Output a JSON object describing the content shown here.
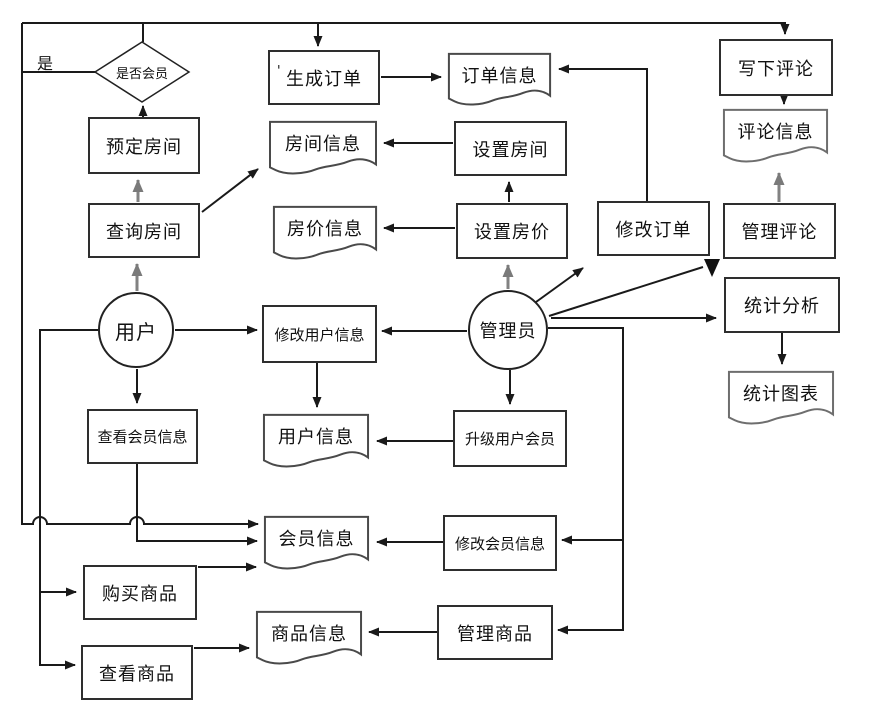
{
  "labels": {
    "yes": "是",
    "generate_order_tick": "'"
  },
  "actors": {
    "user": "用户",
    "admin": "管理员"
  },
  "decision": {
    "member_check": "是否会员"
  },
  "processes": {
    "reserve_room": "预定房间",
    "query_room": "查询房间",
    "generate_order": "生成订单",
    "set_room": "设置房间",
    "set_price": "设置房价",
    "modify_order": "修改订单",
    "write_comment": "写下评论",
    "manage_comment": "管理评论",
    "stat_analysis": "统计分析",
    "modify_user_info": "修改用户信息",
    "upgrade_membership": "升级用户会员",
    "view_member_info": "查看会员信息",
    "modify_member_info": "修改会员信息",
    "buy_goods": "购买商品",
    "view_goods": "查看商品",
    "manage_goods": "管理商品"
  },
  "datastores": {
    "order_info": "订单信息",
    "room_info": "房间信息",
    "price_info": "房价信息",
    "comment_info": "评论信息",
    "stat_chart": "统计图表",
    "user_info": "用户信息",
    "member_info": "会员信息",
    "goods_info": "商品信息"
  },
  "colors": {
    "line": "#1a1a1a",
    "gray_line": "#828282",
    "background": "#ffffff",
    "text": "#111111"
  },
  "edges": [
    {
      "from": "预定房间",
      "to": "是否会员"
    },
    {
      "from": "是否会员",
      "to": "会员信息",
      "label": "是"
    },
    {
      "from": "是否会员",
      "to": "生成订单"
    },
    {
      "from": "是否会员",
      "to": "写下评论"
    },
    {
      "from": "查询房间",
      "to": "预定房间"
    },
    {
      "from": "查询房间",
      "to": "房间信息"
    },
    {
      "from": "用户",
      "to": "查询房间"
    },
    {
      "from": "用户",
      "to": "修改用户信息"
    },
    {
      "from": "用户",
      "to": "查看会员信息"
    },
    {
      "from": "用户",
      "to": "购买商品"
    },
    {
      "from": "用户",
      "to": "查看商品"
    },
    {
      "from": "生成订单",
      "to": "订单信息"
    },
    {
      "from": "设置房间",
      "to": "房间信息"
    },
    {
      "from": "设置房价",
      "to": "房价信息"
    },
    {
      "from": "设置房价",
      "to": "设置房间"
    },
    {
      "from": "修改订单",
      "to": "订单信息"
    },
    {
      "from": "管理员",
      "to": "设置房价"
    },
    {
      "from": "管理员",
      "to": "修改订单"
    },
    {
      "from": "管理员",
      "to": "管理评论"
    },
    {
      "from": "管理员",
      "to": "统计分析"
    },
    {
      "from": "管理员",
      "to": "修改用户信息"
    },
    {
      "from": "管理员",
      "to": "升级用户会员"
    },
    {
      "from": "管理员",
      "to": "修改会员信息"
    },
    {
      "from": "管理员",
      "to": "管理商品"
    },
    {
      "from": "写下评论",
      "to": "评论信息"
    },
    {
      "from": "管理评论",
      "to": "评论信息"
    },
    {
      "from": "统计分析",
      "to": "统计图表"
    },
    {
      "from": "修改用户信息",
      "to": "用户信息"
    },
    {
      "from": "升级用户会员",
      "to": "用户信息"
    },
    {
      "from": "查看会员信息",
      "to": "会员信息"
    },
    {
      "from": "购买商品",
      "to": "会员信息"
    },
    {
      "from": "修改会员信息",
      "to": "会员信息"
    },
    {
      "from": "查看商品",
      "to": "商品信息"
    },
    {
      "from": "管理商品",
      "to": "商品信息"
    }
  ]
}
